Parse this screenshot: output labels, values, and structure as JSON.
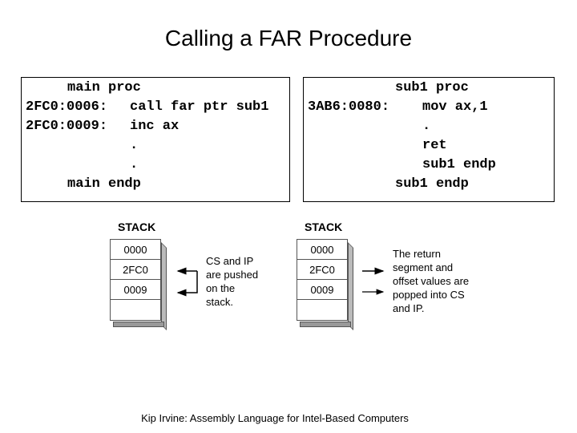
{
  "title": "Calling a FAR Procedure",
  "main_code": [
    "main proc",
    "2FC0:0006:",
    "call far ptr sub1",
    "2FC0:0009:",
    "inc ax",
    ".",
    ".",
    "main endp"
  ],
  "sub_code": [
    "sub1 proc",
    "3AB6:0080:",
    "mov ax,1",
    ".",
    "ret",
    "sub1 endp",
    "sub1 endp"
  ],
  "stack_left": {
    "label": "STACK",
    "cells": [
      "0000",
      "2FC0",
      "0009",
      ""
    ],
    "note": [
      "CS and IP",
      "are pushed",
      "on the",
      "stack."
    ]
  },
  "stack_right": {
    "label": "STACK",
    "cells": [
      "0000",
      "2FC0",
      "0009",
      ""
    ],
    "note": [
      "The return",
      "segment and",
      "offset values are",
      "popped into CS",
      "and IP."
    ]
  },
  "footer": "Kip Irvine: Assembly Language for Intel-Based Computers"
}
